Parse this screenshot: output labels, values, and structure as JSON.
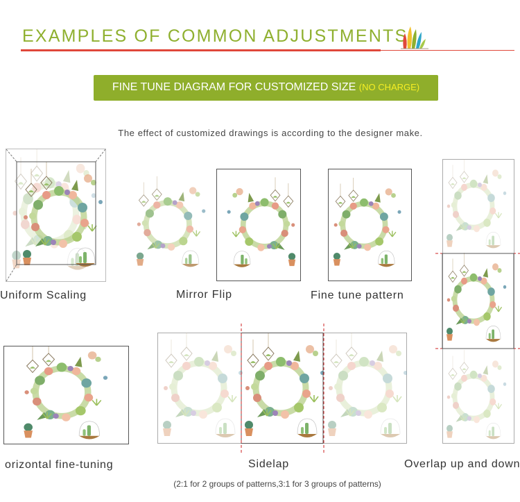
{
  "header": {
    "title": "EXAMPLES OF COMMON ADJUSTMENTS",
    "accent_color": "#8fb02f",
    "underline_color": "#e0473a",
    "icon": "leaf-cluster-icon"
  },
  "banner": {
    "label": "FINE TUNE DIAGRAM FOR CUSTOMIZED SIZE",
    "sub_label": "(NO CHARGE)",
    "bg_color": "#8fae2b",
    "sub_color": "#f6ee24"
  },
  "note": "The effect of customized drawings is according to the designer make.",
  "examples": [
    {
      "caption": "Uniform Scaling"
    },
    {
      "caption": "Mirror Flip"
    },
    {
      "caption": "Fine tune pattern"
    },
    {
      "caption": "Overlap up and down"
    },
    {
      "caption": "orizontal fine-tuning"
    },
    {
      "caption": "Sidelap"
    }
  ],
  "footer_note": "(2:1 for 2 groups of patterns,3:1 for 3 groups of patterns)",
  "guide_color": "#cc2222"
}
